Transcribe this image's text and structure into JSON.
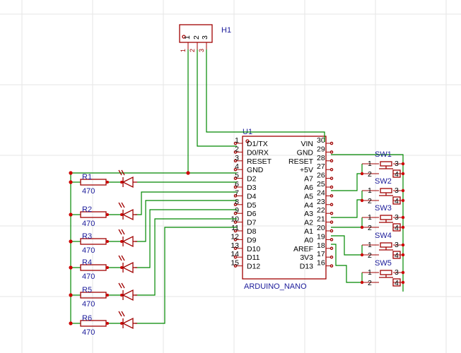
{
  "header": {
    "designator": "H1",
    "pins": [
      "1",
      "2",
      "3"
    ]
  },
  "arduino": {
    "designator": "U1",
    "value": "ARDUINO_NANO",
    "left_pins": [
      {
        "num": "1",
        "name": "D1/TX"
      },
      {
        "num": "2",
        "name": "D0/RX"
      },
      {
        "num": "3",
        "name": "RESET"
      },
      {
        "num": "4",
        "name": "GND"
      },
      {
        "num": "5",
        "name": "D2"
      },
      {
        "num": "6",
        "name": "D3"
      },
      {
        "num": "7",
        "name": "D4"
      },
      {
        "num": "8",
        "name": "D5"
      },
      {
        "num": "9",
        "name": "D6"
      },
      {
        "num": "10",
        "name": "D7"
      },
      {
        "num": "11",
        "name": "D8"
      },
      {
        "num": "12",
        "name": "D9"
      },
      {
        "num": "13",
        "name": "D10"
      },
      {
        "num": "14",
        "name": "D11"
      },
      {
        "num": "15",
        "name": "D12"
      }
    ],
    "right_pins": [
      {
        "num": "30",
        "name": "VIN"
      },
      {
        "num": "29",
        "name": "GND"
      },
      {
        "num": "28",
        "name": "RESET"
      },
      {
        "num": "27",
        "name": "+5V"
      },
      {
        "num": "26",
        "name": "A7"
      },
      {
        "num": "25",
        "name": "A6"
      },
      {
        "num": "24",
        "name": "A5"
      },
      {
        "num": "23",
        "name": "A4"
      },
      {
        "num": "22",
        "name": "A3"
      },
      {
        "num": "21",
        "name": "A2"
      },
      {
        "num": "20",
        "name": "A1"
      },
      {
        "num": "19",
        "name": "A0"
      },
      {
        "num": "18",
        "name": "AREF"
      },
      {
        "num": "17",
        "name": "3V3"
      },
      {
        "num": "16",
        "name": "D13"
      }
    ]
  },
  "resistors": [
    {
      "designator": "R1",
      "value": "470"
    },
    {
      "designator": "R2",
      "value": "470"
    },
    {
      "designator": "R3",
      "value": "470"
    },
    {
      "designator": "R4",
      "value": "470"
    },
    {
      "designator": "R5",
      "value": "470"
    },
    {
      "designator": "R6",
      "value": "470"
    }
  ],
  "switches": [
    {
      "designator": "SW1",
      "pins": [
        "1",
        "2",
        "3",
        "4"
      ]
    },
    {
      "designator": "SW2",
      "pins": [
        "1",
        "2",
        "3",
        "4"
      ]
    },
    {
      "designator": "SW3",
      "pins": [
        "1",
        "2",
        "3",
        "4"
      ]
    },
    {
      "designator": "SW4",
      "pins": [
        "1",
        "2",
        "3",
        "4"
      ]
    },
    {
      "designator": "SW5",
      "pins": [
        "1",
        "2",
        "3",
        "4"
      ]
    }
  ],
  "colors": {
    "wire": "#008800",
    "component": "#a00000",
    "label": "#1a1a9a",
    "pin_text": "#000000",
    "grid": "#e6e6e6",
    "background": "#ffffff"
  }
}
